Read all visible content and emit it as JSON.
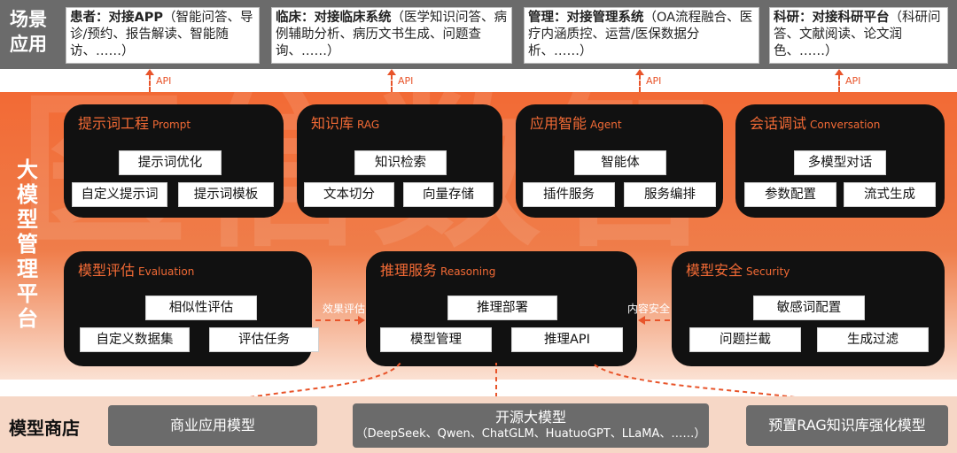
{
  "scenarios": {
    "title": "场景\n应用",
    "cards": [
      {
        "lead": "患者：对接APP",
        "detail": "（智能问答、导诊/预约、报告解读、智能随访、……）"
      },
      {
        "lead": "临床：对接临床系统",
        "detail": "（医学知识问答、病例辅助分析、病历文书生成、问题查询、……）"
      },
      {
        "lead": "管理：对接管理系统",
        "detail": "（OA流程融合、医疗内涵质控、运营/医保数据分析、……）"
      },
      {
        "lead": "科研：对接科研平台",
        "detail": "（科研问答、文献阅读、论文润色、……）"
      }
    ],
    "api_label": "API"
  },
  "platform": {
    "title": "大模型管理平台",
    "watermark": "医信数智",
    "modules": {
      "prompt": {
        "title": "提示词工程",
        "subtitle": "Prompt",
        "items": [
          "提示词优化",
          "自定义提示词",
          "提示词模板"
        ]
      },
      "rag": {
        "title": "知识库",
        "subtitle": "RAG",
        "items": [
          "知识检索",
          "文本切分",
          "向量存储"
        ]
      },
      "agent": {
        "title": "应用智能",
        "subtitle": "Agent",
        "items": [
          "智能体",
          "插件服务",
          "服务编排"
        ]
      },
      "conversation": {
        "title": "会话调试",
        "subtitle": "Conversation",
        "items": [
          "多模型对话",
          "参数配置",
          "流式生成"
        ]
      },
      "evaluation": {
        "title": "模型评估",
        "subtitle": "Evaluation",
        "items": [
          "相似性评估",
          "自定义数据集",
          "评估任务"
        ]
      },
      "reasoning": {
        "title": "推理服务",
        "subtitle": "Reasoning",
        "items": [
          "推理部署",
          "模型管理",
          "推理API"
        ]
      },
      "security": {
        "title": "模型安全",
        "subtitle": "Security",
        "items": [
          "敏感词配置",
          "问题拦截",
          "生成过滤"
        ]
      }
    },
    "flows": {
      "evaluation_to_reasoning": "效果评估",
      "security_to_reasoning": "内容安全"
    }
  },
  "store": {
    "title": "模型商店",
    "items": [
      {
        "label": "商业应用模型",
        "sub": ""
      },
      {
        "label": "开源大模型",
        "sub": "（DeepSeek、Qwen、ChatGLM、HuatuoGPT、LLaMA、……）"
      },
      {
        "label": "预置RAG知识库强化模型",
        "sub": ""
      }
    ]
  },
  "colors": {
    "accent": "#f26a35",
    "band_gray": "#6b6b6b",
    "module_black": "#111111",
    "store_bg": "#f6d7c6"
  }
}
